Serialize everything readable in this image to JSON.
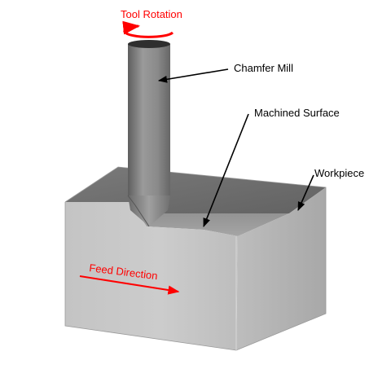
{
  "labels": {
    "tool_rotation": "Tool Rotation",
    "chamfer_mill": "Chamfer Mill",
    "machined_surface": "Machined Surface",
    "workpiece": "Workpiece",
    "feed_direction": "Feed Direction"
  },
  "colors": {
    "annotation_red": "#ff0000",
    "annotation_black": "#000000",
    "block_top": "#6e6e6e",
    "block_front": "#c8c8c8",
    "block_side": "#b4b4b4",
    "tool_body": "#8c8c8c"
  }
}
